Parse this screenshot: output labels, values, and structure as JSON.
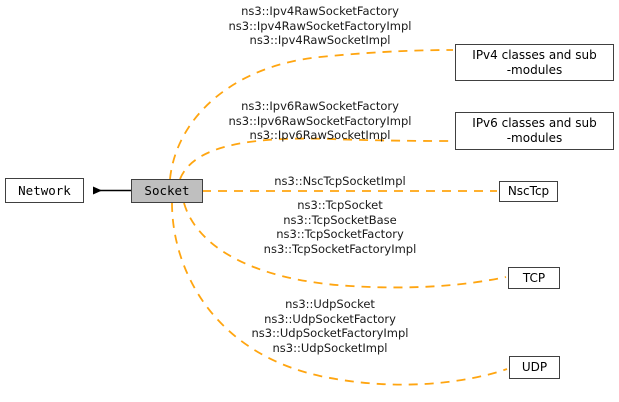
{
  "diagram": {
    "type": "collaboration-graph",
    "nodes": [
      {
        "id": "network",
        "label": "Network",
        "style": "plain"
      },
      {
        "id": "socket",
        "label": "Socket",
        "style": "highlighted"
      },
      {
        "id": "ipv4",
        "label": "IPv4 classes and sub\n-modules",
        "style": "plain"
      },
      {
        "id": "ipv6",
        "label": "IPv6 classes and sub\n-modules",
        "style": "plain"
      },
      {
        "id": "nsctcp",
        "label": "NscTcp",
        "style": "plain"
      },
      {
        "id": "tcp",
        "label": "TCP",
        "style": "plain"
      },
      {
        "id": "udp",
        "label": "UDP",
        "style": "plain"
      }
    ],
    "edges": [
      {
        "from": "socket",
        "to": "network",
        "style": "solid-arrow",
        "label": ""
      },
      {
        "from": "socket",
        "to": "ipv4",
        "style": "dashed",
        "label": "ns3::Ipv4RawSocketFactory\nns3::Ipv4RawSocketFactoryImpl\nns3::Ipv4RawSocketImpl"
      },
      {
        "from": "socket",
        "to": "ipv6",
        "style": "dashed",
        "label": "ns3::Ipv6RawSocketFactory\nns3::Ipv6RawSocketFactoryImpl\nns3::Ipv6RawSocketImpl"
      },
      {
        "from": "socket",
        "to": "nsctcp",
        "style": "dashed",
        "label": "ns3::NscTcpSocketImpl"
      },
      {
        "from": "socket",
        "to": "tcp",
        "style": "dashed",
        "label": "ns3::TcpSocket\nns3::TcpSocketBase\nns3::TcpSocketFactory\nns3::TcpSocketFactoryImpl"
      },
      {
        "from": "socket",
        "to": "udp",
        "style": "dashed",
        "label": "ns3::UdpSocket\nns3::UdpSocketFactory\nns3::UdpSocketFactoryImpl\nns3::UdpSocketImpl"
      }
    ],
    "colors": {
      "edge_dashed": "#ffa510",
      "edge_solid": "#000000",
      "node_border": "#404040",
      "node_fill_highlight": "#bfbfbf",
      "node_fill": "#ffffff",
      "background": "#ffffff",
      "text": "#000000"
    }
  }
}
